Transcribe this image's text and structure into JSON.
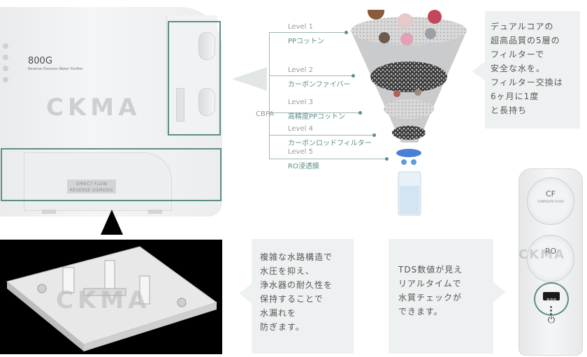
{
  "product": {
    "model": "800G",
    "model_sub": "Reverse Osmosis Water Purifier",
    "plate_line1": "DIRECT FLOW",
    "plate_line2": "REVERSE OSMOSIS",
    "watermark": "CKMA"
  },
  "levels": {
    "group_label": "CBPA",
    "items": [
      {
        "level": "Level 1",
        "name": "PPコットン"
      },
      {
        "level": "Level 2",
        "name": "カーボンファイバー"
      },
      {
        "level": "Level 3",
        "name": "高精度PPコットン"
      },
      {
        "level": "Level 4",
        "name": "カーボンロッドフィルター"
      },
      {
        "level": "Level 5",
        "name": "RO浸透膜"
      }
    ]
  },
  "callouts": {
    "filter": [
      "デュアルコアの",
      "超高品質の5層の",
      "フィルターで",
      "安全な水を。",
      "フィルター交換は",
      "6ヶ月に1度",
      "と長持ち"
    ],
    "structure": [
      "複雑な水路構造で",
      "水圧を抑え、",
      "浄水器の耐久性を",
      "保持することで",
      "水漏れを",
      "防ぎます。"
    ],
    "tds": [
      "TDS数値が見え",
      "リアルタイムで",
      "水質チェックが",
      "できます。"
    ]
  },
  "dispenser": {
    "cf_label": "CF",
    "cf_sub": "COMPOSITE FILTER",
    "ro_label": "RO",
    "display": "888",
    "watermark": "CKMA"
  },
  "colors": {
    "accent": "#5e8d87",
    "box": "#eef1f1"
  }
}
